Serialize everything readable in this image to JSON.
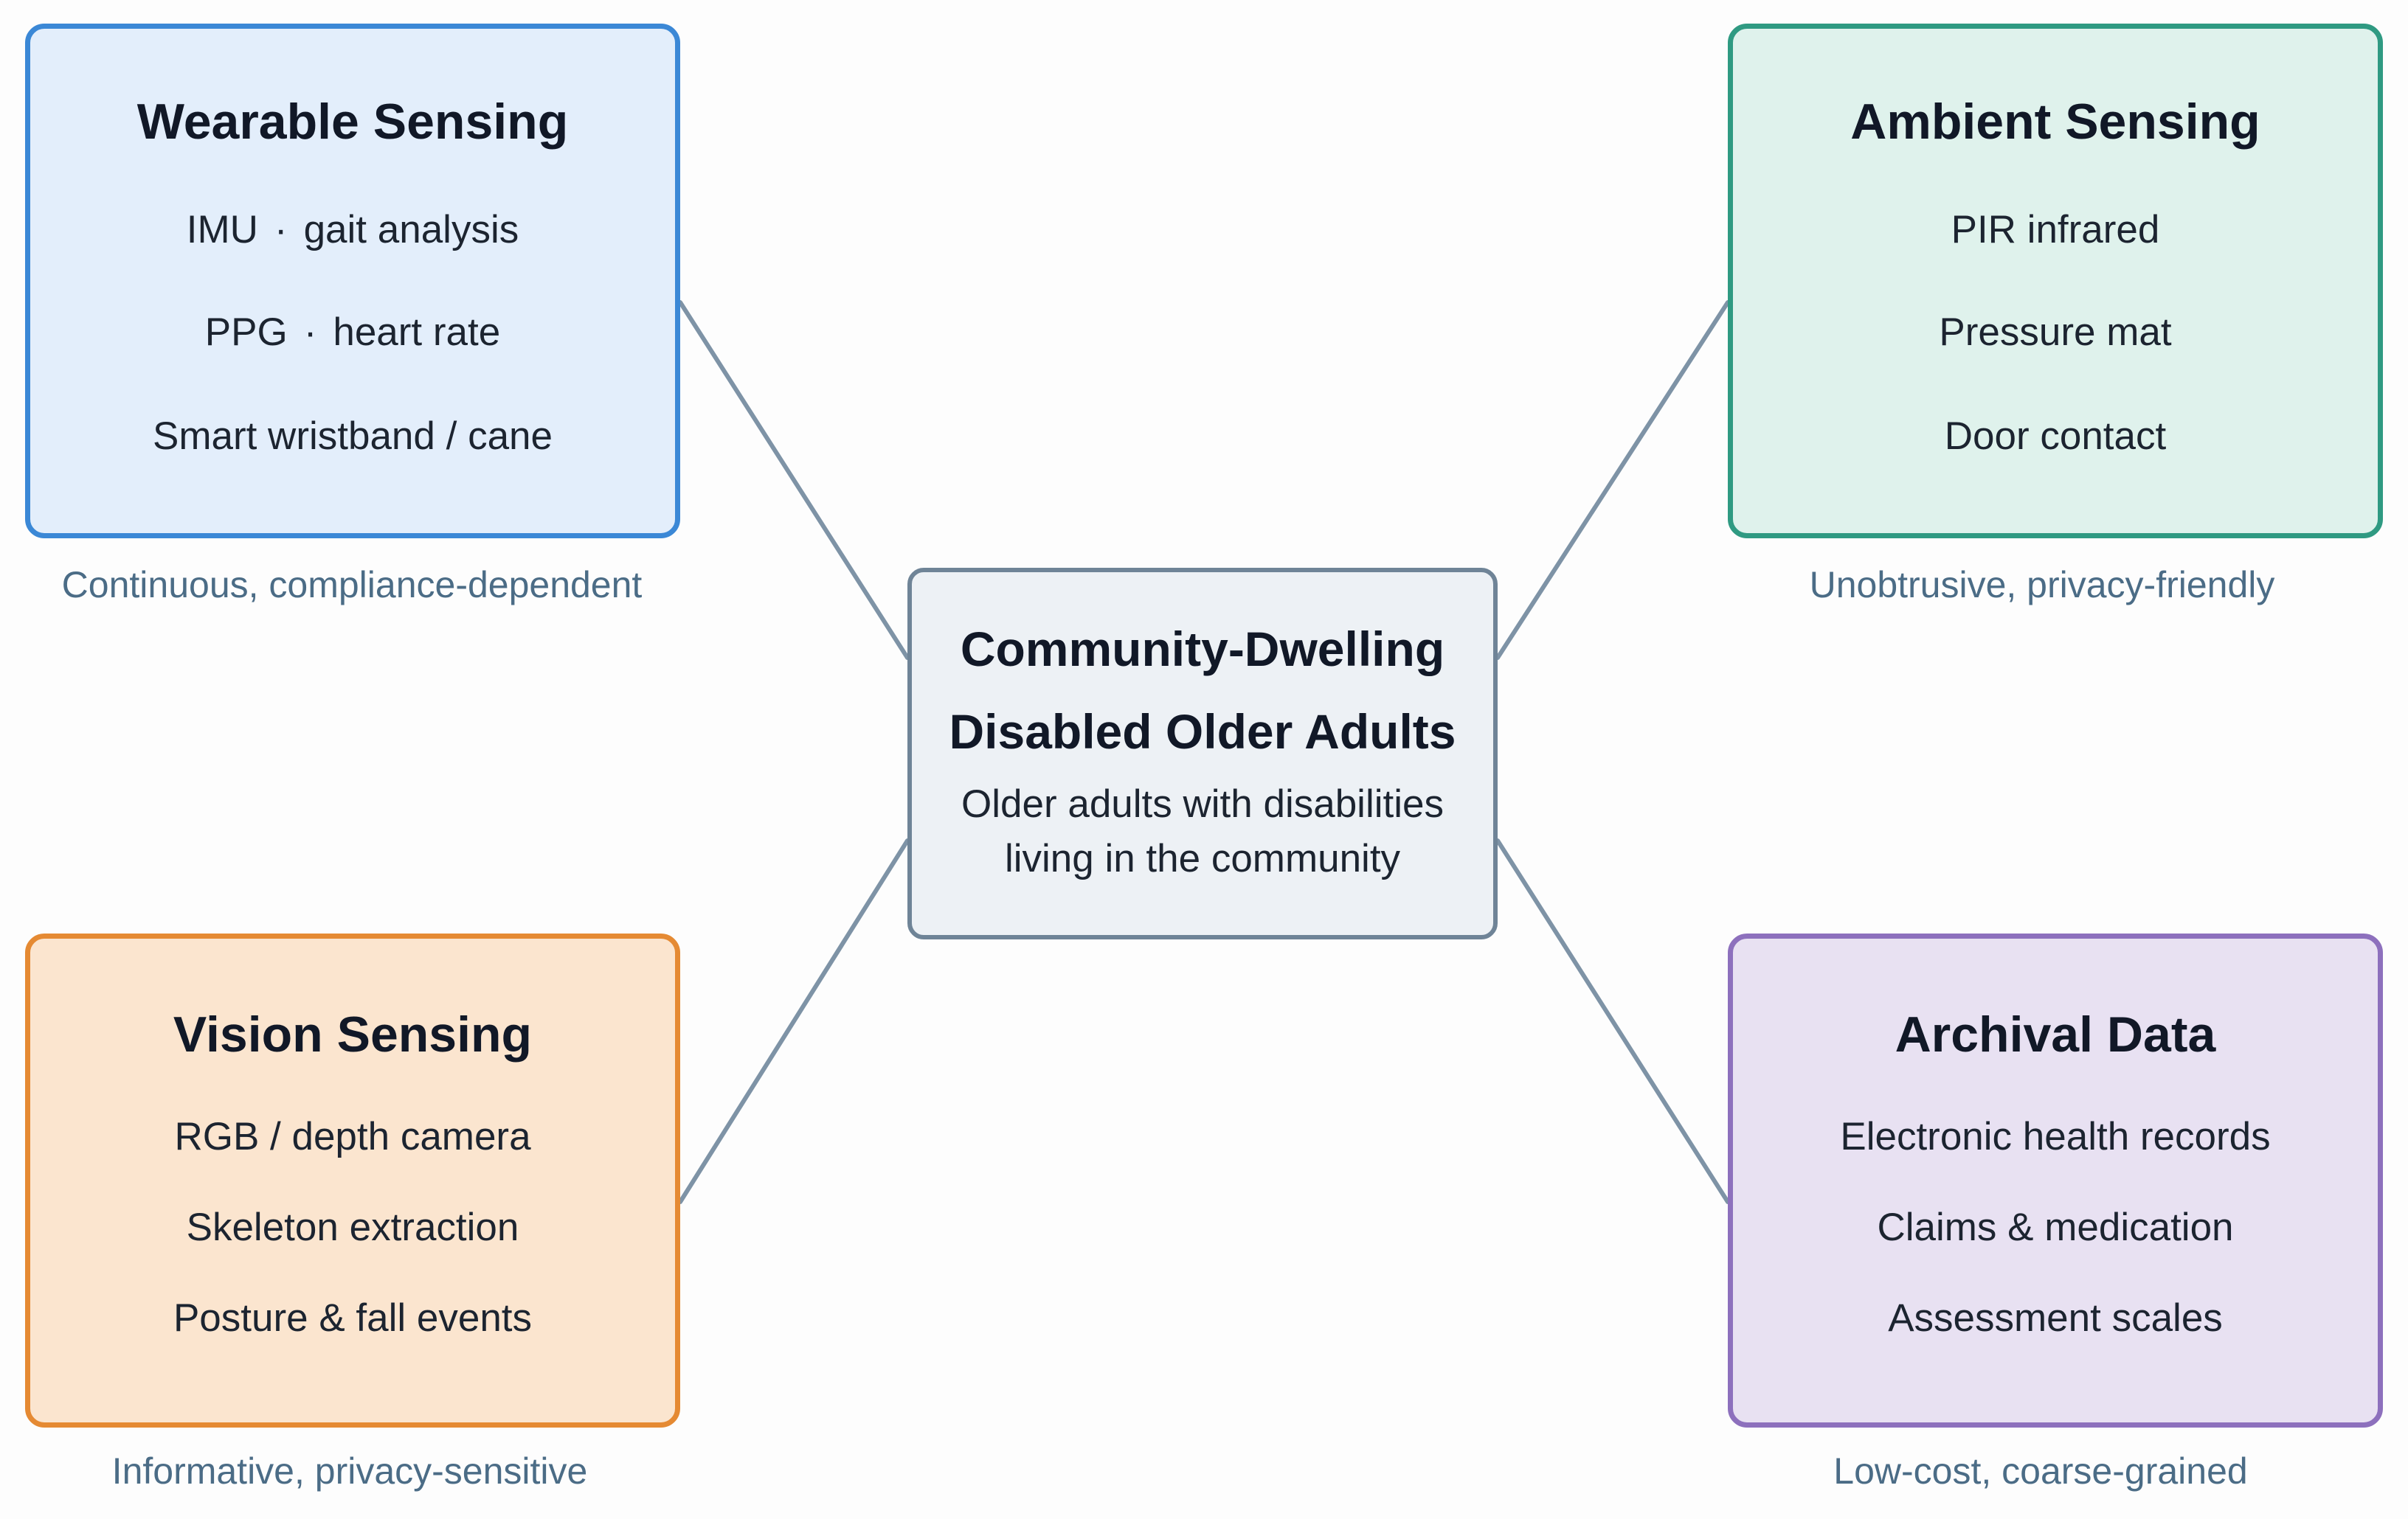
{
  "center": {
    "title_line1": "Community-Dwelling",
    "title_line2": "Disabled Older Adults",
    "description_line1": "Older adults with disabilities",
    "description_line2": "living in the community"
  },
  "wearable": {
    "title": "Wearable Sensing",
    "items": [
      {
        "a": "IMU",
        "b": "gait analysis"
      },
      {
        "a": "PPG",
        "b": "heart rate"
      }
    ],
    "item3": "Smart wristband / cane",
    "caption": "Continuous, compliance-dependent"
  },
  "ambient": {
    "title": "Ambient Sensing",
    "items": [
      "PIR infrared",
      "Pressure mat",
      "Door contact"
    ],
    "caption": "Unobtrusive, privacy-friendly"
  },
  "vision": {
    "title": "Vision Sensing",
    "items": [
      "RGB / depth camera",
      "Skeleton extraction",
      "Posture & fall events"
    ],
    "caption": "Informative, privacy-sensitive"
  },
  "archival": {
    "title": "Archival Data",
    "items": [
      "Electronic health records",
      "Claims & medication",
      "Assessment scales"
    ],
    "caption": "Low-cost, coarse-grained"
  },
  "separator": "·",
  "colors": {
    "wearable": "#3b88d6",
    "ambient": "#2f9a82",
    "vision": "#e58a33",
    "archival": "#8d70bd",
    "center": "#6f8497",
    "connector": "#7e93a6"
  }
}
